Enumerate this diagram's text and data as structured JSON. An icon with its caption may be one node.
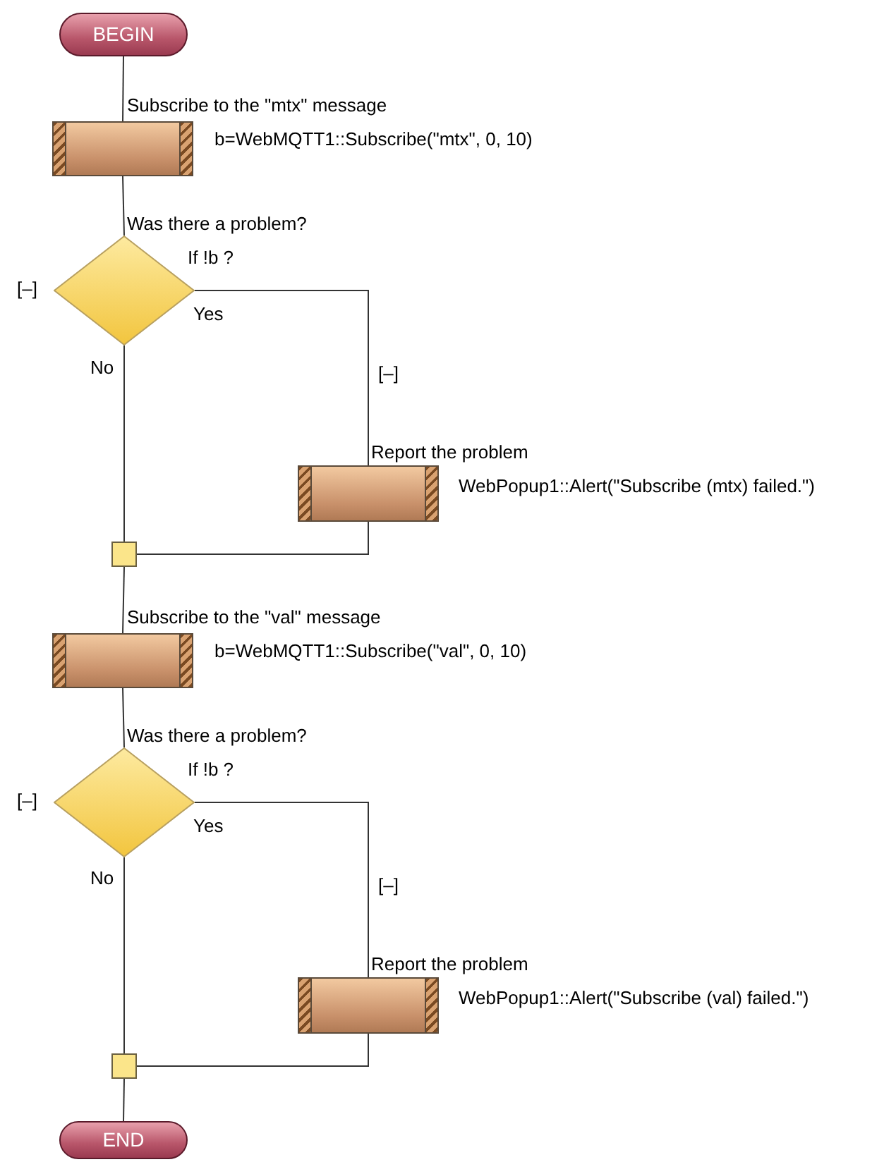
{
  "diagram": {
    "nodes": [
      {
        "text": [
          "BEGIN"
        ]
      },
      {
        "text": [
          "Subscribe to the \"mtx\" message"
        ],
        "beside": [
          "b=WebMQTT1::Subscribe(\"mtx\", 0, 10)"
        ]
      },
      {
        "text": [
          "Was there a problem?",
          "If !b ?"
        ]
      },
      {
        "text": [
          "Report the problem"
        ],
        "beside": [
          "WebPopup1::Alert(\"Subscribe (mtx) failed.\")"
        ]
      },
      {
        "text": [],
        "shape": "box"
      },
      {
        "text": [
          "Subscribe to the \"val\" message"
        ],
        "beside": [
          "b=WebMQTT1::Subscribe(\"val\", 0, 10)"
        ]
      },
      {
        "text": [
          "Was there a problem?",
          "If !b ?"
        ]
      },
      {
        "text": [
          "Report the problem"
        ],
        "beside": [
          "WebPopup1::Alert(\"Subscribe (val) failed.\")"
        ]
      },
      {
        "text": [],
        "shape": "box"
      },
      {
        "text": [
          "END"
        ]
      }
    ],
    "edges": [
      {
        "from": 0,
        "to": 1,
        "arrow": "none"
      },
      {
        "from": 1,
        "to": 2,
        "arrow": "none"
      },
      {
        "from": 2,
        "to": 3,
        "arrow": "none",
        "label": "Yes"
      },
      {
        "from": 3,
        "to": 4,
        "arrow": "none"
      },
      {
        "from": 2,
        "to": 4,
        "arrow": "none",
        "label": "No"
      },
      {
        "from": 4,
        "to": 5,
        "arrow": "none"
      },
      {
        "from": 5,
        "to": 6,
        "arrow": "none"
      },
      {
        "from": 6,
        "to": 7,
        "arrow": "none",
        "label": "Yes"
      },
      {
        "from": 7,
        "to": 8,
        "arrow": "none"
      },
      {
        "from": 6,
        "to": 8,
        "arrow": "none",
        "label": "No"
      },
      {
        "from": 8,
        "to": 9,
        "arrow": "none"
      }
    ],
    "labels": [
      "[–]",
      "[–]",
      "[–]",
      "[–]"
    ]
  }
}
